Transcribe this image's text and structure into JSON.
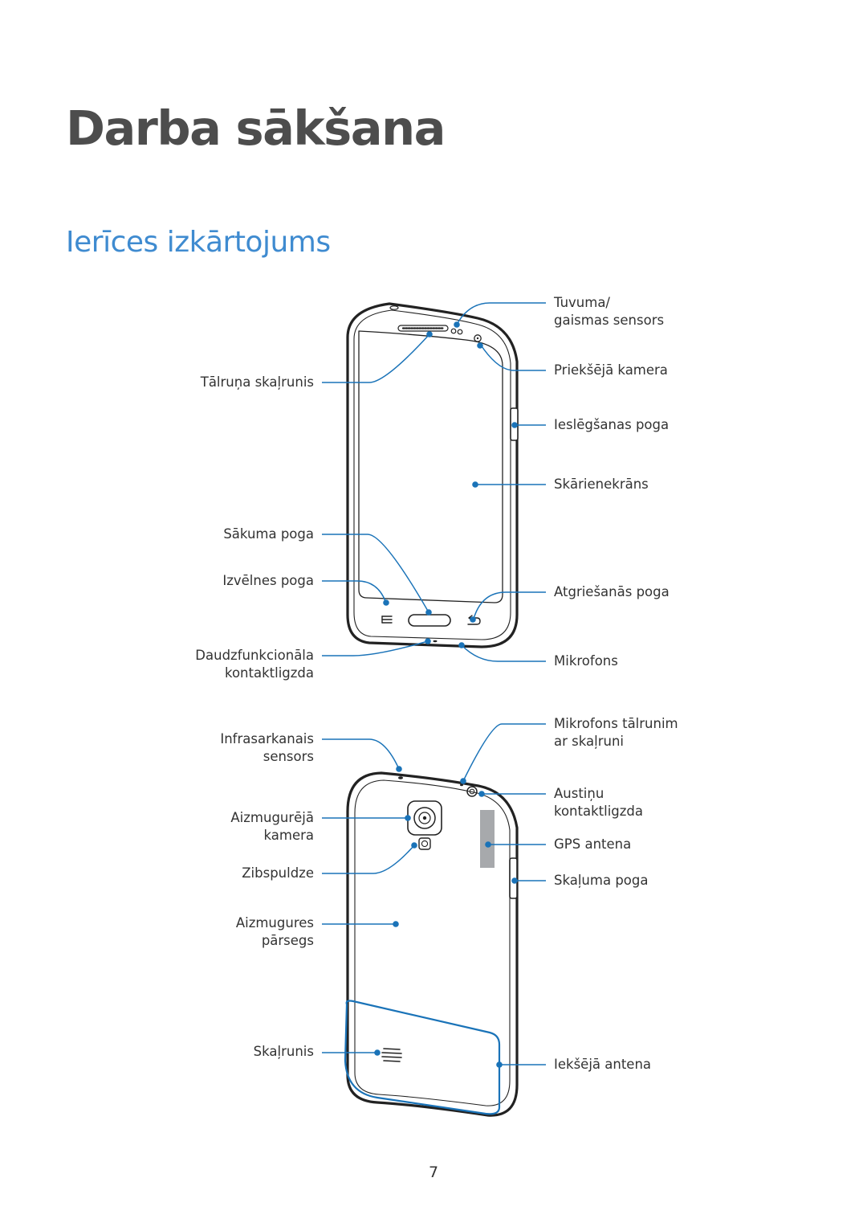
{
  "page_title": "Darba sākšana",
  "section_title": "Ierīces izkārtojums",
  "front_labels": {
    "proximity_sensor": [
      "Tuvuma/",
      "gaismas sensors"
    ],
    "earpiece": [
      "Tālruņa skaļrunis"
    ],
    "front_camera": [
      "Priekšējā kamera"
    ],
    "power_button": [
      "Ieslēgšanas poga"
    ],
    "touchscreen": [
      "Skārienekrāns"
    ],
    "home_button": [
      "Sākuma poga"
    ],
    "menu_button": [
      "Izvēlnes poga"
    ],
    "back_button": [
      "Atgriešanās poga"
    ],
    "multipurpose_jack": [
      "Daudzfunkcionāla",
      "kontaktligzda"
    ],
    "microphone": [
      "Mikrofons"
    ]
  },
  "back_labels": {
    "ir_sensor": [
      "Infrasarkanais",
      "sensors"
    ],
    "speakerphone_mic": [
      "Mikrofons tālrunim",
      "ar skaļruni"
    ],
    "headset_jack": [
      "Austiņu",
      "kontaktligzda"
    ],
    "rear_camera": [
      "Aizmugurējā",
      "kamera"
    ],
    "gps_antenna": [
      "GPS antena"
    ],
    "flash": [
      "Zibspuldze"
    ],
    "volume_button": [
      "Skaļuma poga"
    ],
    "back_cover": [
      "Aizmugures",
      "pārsegs"
    ],
    "speaker": [
      "Skaļrunis"
    ],
    "internal_antenna": [
      "Iekšējā antena"
    ]
  },
  "callout_color": "#1a73b8",
  "page_number": "7"
}
